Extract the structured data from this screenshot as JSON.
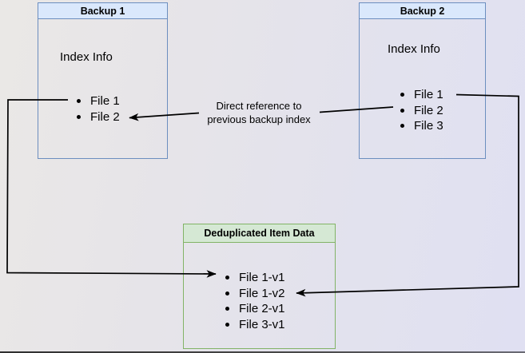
{
  "backup1": {
    "title": "Backup 1",
    "subtitle": "Index Info",
    "items": [
      "File 1",
      "File 2"
    ]
  },
  "backup2": {
    "title": "Backup 2",
    "subtitle": "Index Info",
    "items": [
      "File 1",
      "File 2",
      "File 3"
    ]
  },
  "dedup": {
    "title": "Deduplicated Item Data",
    "items": [
      "File 1-v1",
      "File 1-v2",
      "File 2-v1",
      "File 3-v1"
    ]
  },
  "annotation": {
    "line1": "Direct reference to",
    "line2": "previous backup index"
  },
  "edges": [
    {
      "from": "Backup 1 / File 1",
      "to": "Deduplicated Item Data / File 1-v1"
    },
    {
      "from": "Backup 2 / File 1",
      "to": "Deduplicated Item Data / File 1-v2"
    },
    {
      "from": "Backup 2 / File 2",
      "to": "Backup 1 / File 2",
      "label": "Direct reference to previous backup index"
    }
  ],
  "colors": {
    "blue_fill": "#dae8fc",
    "blue_border": "#6c8ebf",
    "green_fill": "#d5e8d4",
    "green_border": "#82b366",
    "line_color": "#000000",
    "text_color": "#000000"
  }
}
